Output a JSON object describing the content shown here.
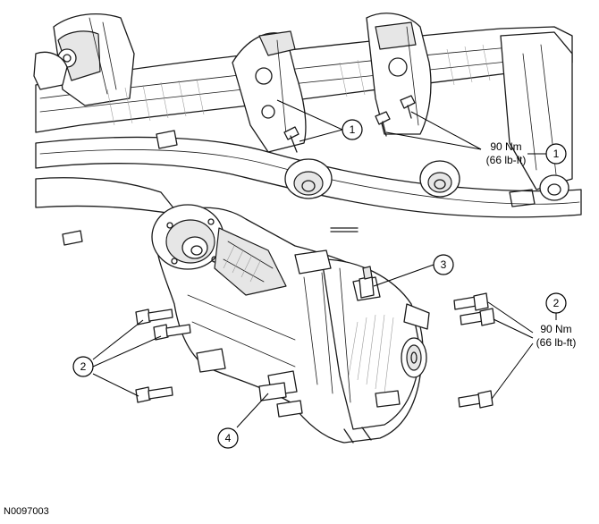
{
  "figure_id": "N0097003",
  "callouts": [
    {
      "number": "1"
    },
    {
      "number": "1"
    },
    {
      "number": "2"
    },
    {
      "number": "2"
    },
    {
      "number": "3"
    },
    {
      "number": "4"
    }
  ],
  "torque_specs": [
    {
      "metric": "90 Nm",
      "imperial": "(66 lb-ft)"
    },
    {
      "metric": "90 Nm",
      "imperial": "(66 lb-ft)"
    }
  ]
}
